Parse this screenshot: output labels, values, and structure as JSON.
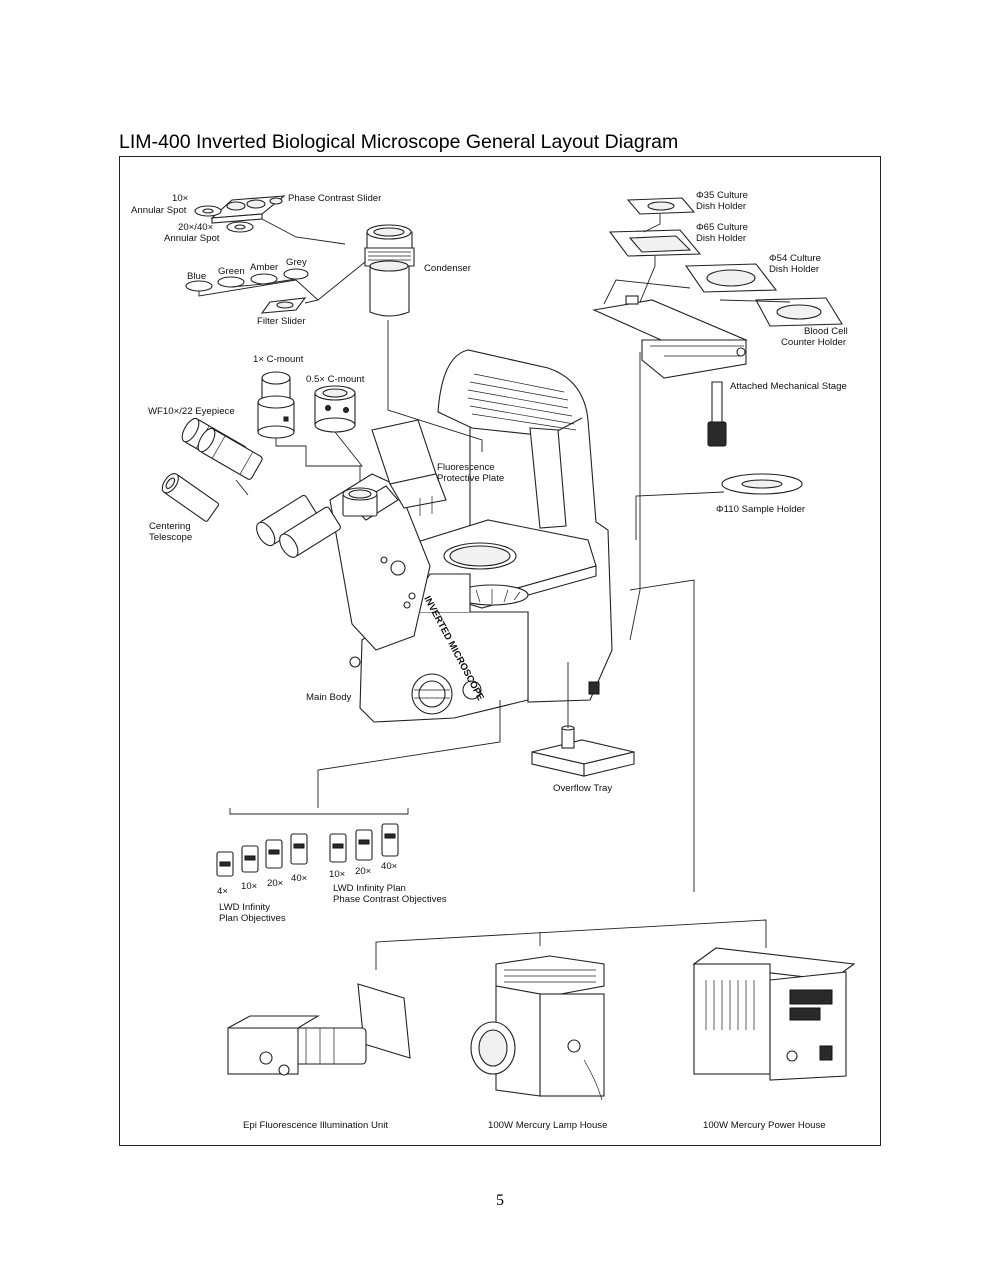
{
  "page": {
    "title": "LIM-400 Inverted Biological Microscope General Layout Diagram",
    "page_number": "5"
  },
  "labels": {
    "annular_10x": [
      "10×",
      "Annular Spot"
    ],
    "annular_20_40x": [
      "20×/40×",
      "Annular Spot"
    ],
    "phase_contrast_slider": "Phase Contrast Slider",
    "filter_blue": "Blue",
    "filter_green": "Green",
    "filter_amber": "Amber",
    "filter_grey": "Grey",
    "filter_slider": "Filter Slider",
    "condenser": "Condenser",
    "c_mount_1x": "1× C-mount",
    "c_mount_05x": "0.5× C-mount",
    "eyepiece": "WF10×/22 Eyepiece",
    "centering_telescope": [
      "Centering",
      "Telescope"
    ],
    "fluorescence_plate": [
      "Fluorescence",
      "Protective Plate"
    ],
    "phi35_holder": [
      "Φ35 Culture",
      "Dish Holder"
    ],
    "phi65_holder": [
      "Φ65 Culture",
      "Dish Holder"
    ],
    "phi54_holder": [
      "Φ54 Culture",
      "Dish Holder"
    ],
    "blood_cell_holder": [
      "Blood Cell",
      "Counter Holder"
    ],
    "mechanical_stage": "Attached Mechanical Stage",
    "sample_holder": "Φ110 Sample Holder",
    "main_body": "Main Body",
    "body_printed_text": "INVERTED MICROSCOPE",
    "overflow_tray": "Overflow Tray",
    "objective_mag_lwd": [
      "4×",
      "10×",
      "20×",
      "40×"
    ],
    "objective_mag_phase": [
      "10×",
      "20×",
      "40×"
    ],
    "lwd_objectives": [
      "LWD Infinity",
      "Plan Objectives"
    ],
    "phase_objectives": [
      "LWD Infinity Plan",
      "Phase Contrast Objectives"
    ],
    "epi_unit": "Epi Fluorescence Illumination Unit",
    "lamp_house": "100W Mercury Lamp House",
    "power_house": "100W Mercury Power House"
  }
}
